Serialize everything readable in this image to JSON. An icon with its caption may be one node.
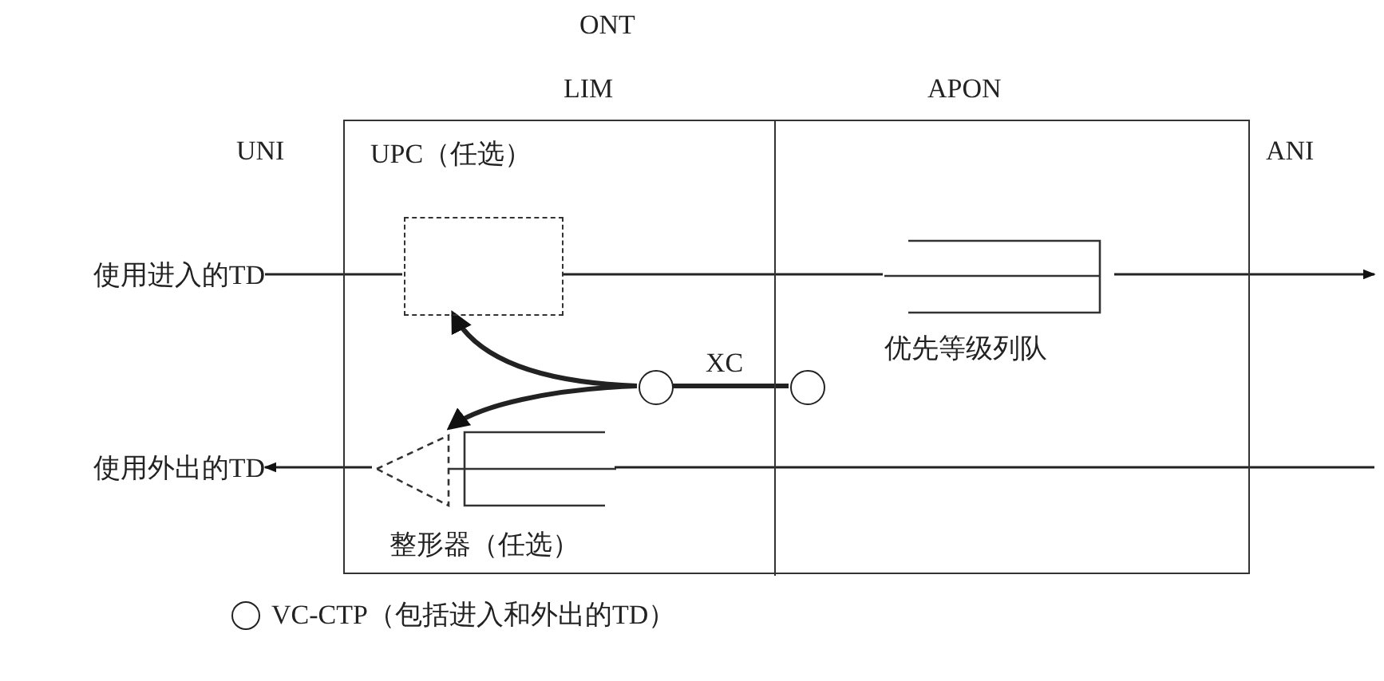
{
  "diagram": {
    "nodes": [
      {
        "text": [
          "ONT"
        ]
      },
      {
        "text": [
          "LIM"
        ],
        "in": 0
      },
      {
        "text": [
          "UPC（任选）"
        ],
        "in": 1
      },
      {
        "text": [
          "整形器（任选）"
        ],
        "in": 1
      },
      {
        "text": [],
        "shape": "circle",
        "in": 1
      },
      {
        "text": [
          "APON"
        ],
        "in": 0
      },
      {
        "text": [
          "优先等级列队"
        ],
        "in": 5
      },
      {
        "text": [],
        "shape": "circle",
        "in": 5
      },
      {
        "text": [
          "使用进入的TD"
        ]
      },
      {
        "text": [
          "使用外出的TD"
        ]
      }
    ],
    "edges": [
      {
        "from": 8,
        "to": 2,
        "arrow": "none"
      },
      {
        "from": 2,
        "to": 6,
        "arrow": "none"
      },
      {
        "from": 6,
        "to": null,
        "arrow": "to"
      },
      {
        "from": 4,
        "to": 2,
        "arrow": "to",
        "style": "thick"
      },
      {
        "from": 4,
        "to": 3,
        "arrow": "to",
        "style": "thick"
      },
      {
        "from": 4,
        "to": 7,
        "arrow": "none",
        "style": "thick",
        "label": "XC"
      },
      {
        "from": null,
        "to": 3,
        "arrow": "none"
      },
      {
        "from": 3,
        "to": 9,
        "arrow": "to"
      }
    ],
    "labels": [
      "UNI",
      "ANI"
    ],
    "legend": [
      {
        "text": "VC-CTP（包括进入和外出的TD）"
      }
    ]
  }
}
